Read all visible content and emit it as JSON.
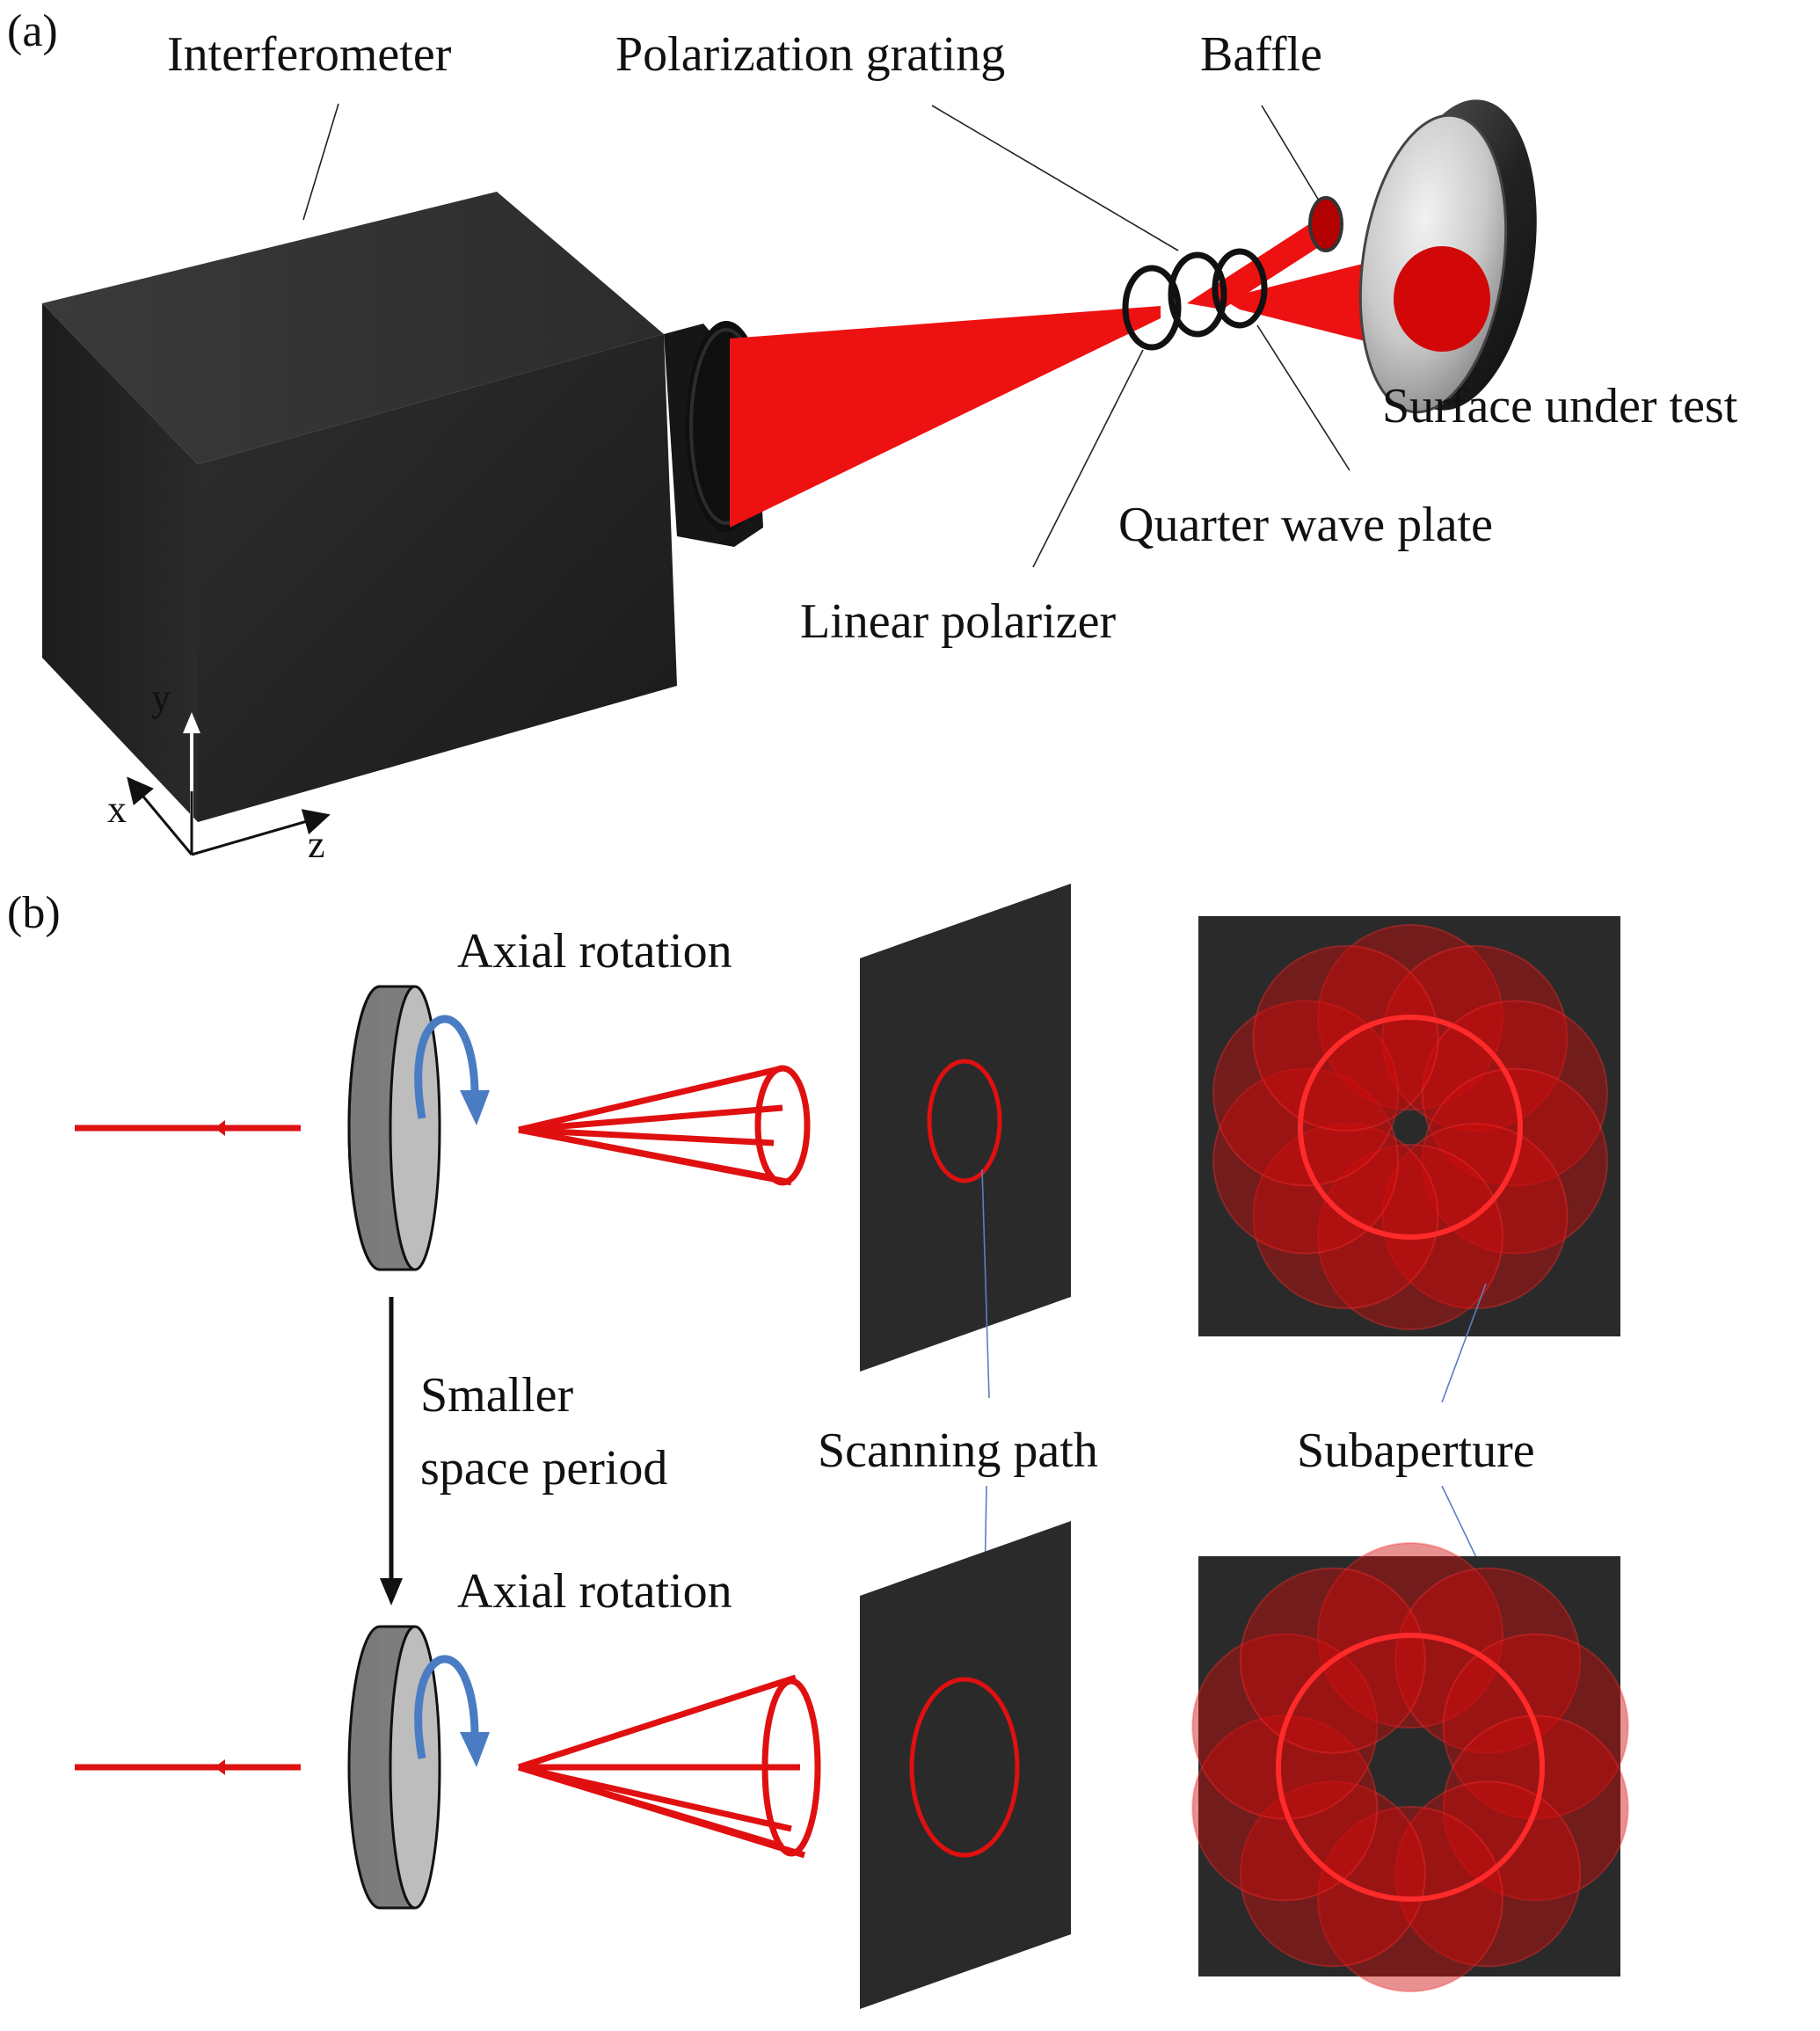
{
  "panel_a": {
    "tag": "(a)",
    "labels": {
      "interferometer": "Interferometer",
      "polarization_grating": "Polarization grating",
      "baffle": "Baffle",
      "surface_under_test": "Surface under test",
      "quarter_wave_plate": "Quarter wave plate",
      "linear_polarizer": "Linear polarizer"
    },
    "axes": {
      "x": "x",
      "y": "y",
      "z": "z"
    }
  },
  "panel_b": {
    "tag": "(b)",
    "labels": {
      "axial_rotation_top": "Axial rotation",
      "axial_rotation_bottom": "Axial rotation",
      "smaller_line1": "Smaller",
      "smaller_line2": "space period",
      "scanning_path": "Scanning path",
      "subaperture": "Subaperture"
    }
  },
  "colors": {
    "beam": "#ee1111",
    "dark_body": "#262626",
    "screen": "#2a2a2a",
    "rotation_arrow": "#4a7cc4",
    "disk": "#8a8a8a"
  }
}
